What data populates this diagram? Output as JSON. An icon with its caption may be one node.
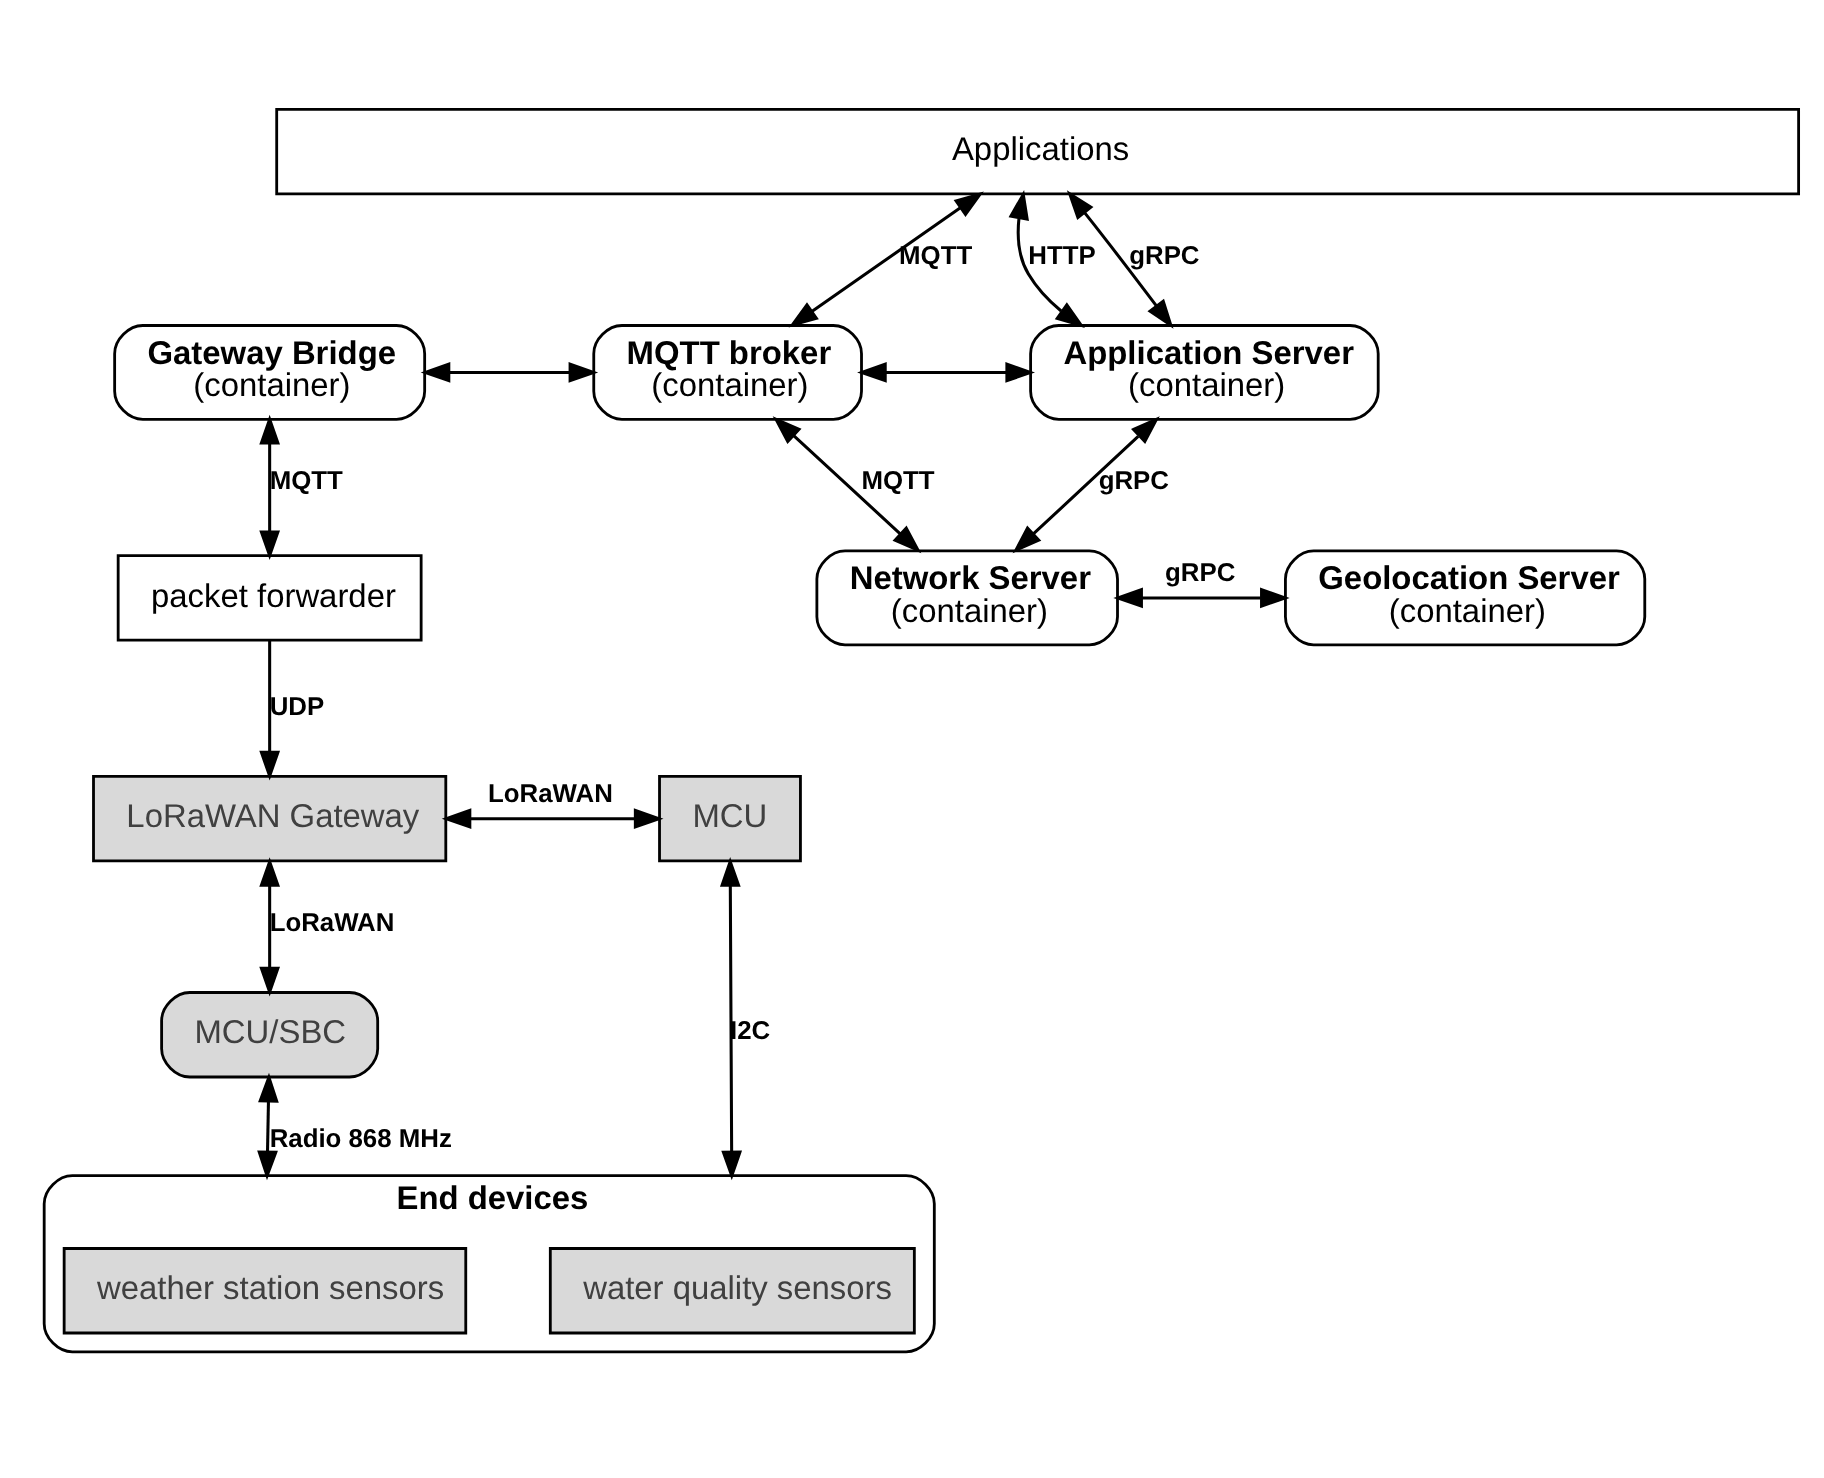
{
  "diagram": {
    "nodes": [
      {
        "text": [
          "Applications"
        ]
      },
      {
        "text": [
          "Gateway Bridge",
          "(container)"
        ]
      },
      {
        "text": [
          "MQTT broker",
          "(container)"
        ]
      },
      {
        "text": [
          "Application Server",
          "(container)"
        ]
      },
      {
        "text": [
          "packet forwarder"
        ]
      },
      {
        "text": [
          "Network Server",
          "(container)"
        ]
      },
      {
        "text": [
          "Geolocation Server",
          "(container)"
        ]
      },
      {
        "text": [
          "LoRaWAN Gateway"
        ]
      },
      {
        "text": [
          "MCU"
        ]
      },
      {
        "text": [
          "MCU/SBC"
        ]
      },
      {
        "text": [
          "End devices"
        ]
      },
      {
        "text": [
          "weather station sensors"
        ],
        "in": 10
      },
      {
        "text": [
          "water quality sensors"
        ],
        "in": 10
      }
    ],
    "edges": [
      {
        "from": 0,
        "to": 2,
        "arrow": "both",
        "label": "MQTT"
      },
      {
        "from": 0,
        "to": 3,
        "arrow": "both",
        "label": "HTTP"
      },
      {
        "from": 0,
        "to": 3,
        "arrow": "both",
        "label": "gRPC"
      },
      {
        "from": 1,
        "to": 2,
        "arrow": "both"
      },
      {
        "from": 2,
        "to": 3,
        "arrow": "both"
      },
      {
        "from": 1,
        "to": 4,
        "arrow": "both",
        "label": "MQTT"
      },
      {
        "from": 2,
        "to": 5,
        "arrow": "both",
        "label": "MQTT"
      },
      {
        "from": 3,
        "to": 5,
        "arrow": "both",
        "label": "gRPC"
      },
      {
        "from": 5,
        "to": 6,
        "arrow": "both",
        "label": "gRPC"
      },
      {
        "from": 4,
        "to": 7,
        "arrow": "to",
        "label": "UDP"
      },
      {
        "from": 7,
        "to": 8,
        "arrow": "both",
        "label": "LoRaWAN"
      },
      {
        "from": 7,
        "to": 9,
        "arrow": "both",
        "label": "LoRaWAN"
      },
      {
        "from": 9,
        "to": 10,
        "arrow": "both",
        "label": "Radio 868 MHz"
      },
      {
        "from": 8,
        "to": 10,
        "arrow": "both",
        "label": "I2C"
      }
    ]
  }
}
